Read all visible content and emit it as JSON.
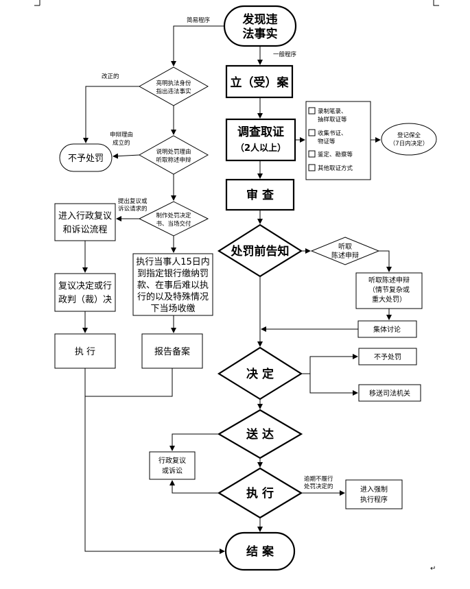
{
  "nodes": {
    "start": [
      "发现违",
      "法事实"
    ],
    "lian": "立（受）案",
    "diaocha": [
      "调查取证",
      "（2人以上）"
    ],
    "shencha": "审  查",
    "chufa_qian": "处罚前告知",
    "jueding": "决  定",
    "songda": "送  达",
    "zhixing_main": "执  行",
    "jiean": "结  案",
    "liangming": [
      "亮明执法身份",
      "指出违法事实"
    ],
    "shuoming": [
      "说明处罚理由",
      "听取称述申辩"
    ],
    "zhizuo": [
      "制作处罚决定",
      "书、当场交付"
    ],
    "buyu_left": "不予处罚",
    "jinru_fuyi": [
      "进入行政复议",
      "和诉讼流程"
    ],
    "fuyi_jueding": [
      "复议决定或行",
      "政判（裁）决"
    ],
    "zhixing_left": "执    行",
    "zhixing_dangshi": [
      "执行当事人15日内",
      "到指定银行缴纳罚",
      "款、在事后难以执",
      "行的以及特殊情况",
      "下当场收缴"
    ],
    "baogao": "报告备案",
    "quzheng_options": [
      [
        "录制笔录、",
        "抽样取证等"
      ],
      [
        "收集书证、",
        "物证等"
      ],
      [
        "鉴定、勘察等"
      ],
      [
        "其他取证方式"
      ]
    ],
    "dengji": [
      "登记保全",
      "（7日内决定）"
    ],
    "tingqu": [
      "听取",
      "陈述申辩"
    ],
    "tingqu_box": [
      "听取陈述申辩",
      "（情节复杂或",
      "重大处罚）"
    ],
    "jiti": "集体讨论",
    "buyu_right": "不予处罚",
    "yisong": "移送司法机关",
    "xingzheng_fuyi": [
      "行政复议",
      "或诉讼"
    ],
    "qiangzhi": [
      "进入强制",
      "执行程序"
    ]
  },
  "edge_labels": {
    "jianyi": "简易程序",
    "yiban": "一般程序",
    "gaizheng": "改正的",
    "shenbian": [
      "申辩理由",
      "成立的"
    ],
    "tichu": [
      "提出复议或",
      "诉讼请求的"
    ],
    "yuqi": [
      "逾期不履行",
      "处罚决定的"
    ]
  },
  "return_mark": "↵"
}
